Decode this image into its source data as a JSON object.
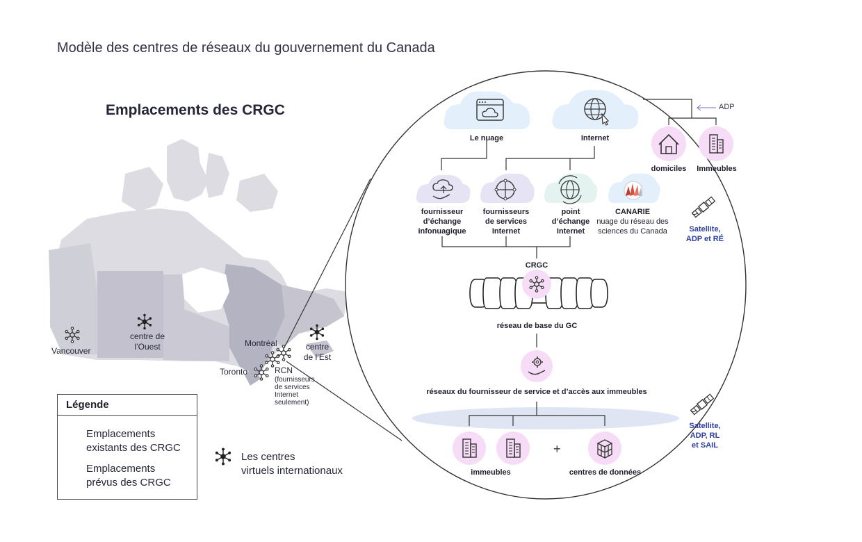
{
  "page_title": "Modèle des centres de réseaux du gouvernement du Canada",
  "map": {
    "title": "Emplacements des CRGC",
    "cities": {
      "vancouver": "Vancouver",
      "west": "centre de\nl’Ouest",
      "montreal": "Montréal",
      "east": "centre\nde l’Est",
      "toronto": "Toronto",
      "rcn": "RCN",
      "rcn_note": "(fournisseurs\nde services\nInternet\nseulement)"
    },
    "international": "Les centres\nvirtuels internationaux"
  },
  "legend": {
    "title": "Légende",
    "existing": "Emplacements\nexistants des CRGC",
    "planned": "Emplacements\nprévus des CRGC"
  },
  "diagram": {
    "cloud": "Le nuage",
    "internet": "Internet",
    "adp_arrow": "ADP",
    "homes": "domiciles",
    "buildings_top": "Immeubles",
    "provider_cloud_exchange": "fournisseur\nd’échange\ninfonuagique",
    "isp": "fournisseurs\nde services\nInternet",
    "ixp": "point\nd’échange\nInternet",
    "canarie": "CANARIE",
    "canarie_desc": "nuage du réseau des\nsciences du Canada",
    "satellite_top": "Satellite,\nADP et RÉ",
    "crgc": "CRGC",
    "backbone": "réseau de base du GC",
    "access_networks": "réseaux du fournisseur de service et d’accès aux immeubles",
    "satellite_bottom": "Satellite,\nADP, RL\net SAIL",
    "buildings_bottom": "immeubles",
    "plus": "+",
    "datacenters": "centres de données"
  },
  "colors": {
    "pink": "#f6dcf6",
    "blue_cloud": "#e3effa",
    "teal_cloud": "#e4f3ef",
    "lavender_cloud": "#e6e3f4",
    "map_light": "#dcdce2",
    "map_mid": "#c9c9d2",
    "map_dark": "#b4b3c2",
    "ellipse": "#dfe5f2",
    "accent_blue": "#2b3ea0"
  }
}
